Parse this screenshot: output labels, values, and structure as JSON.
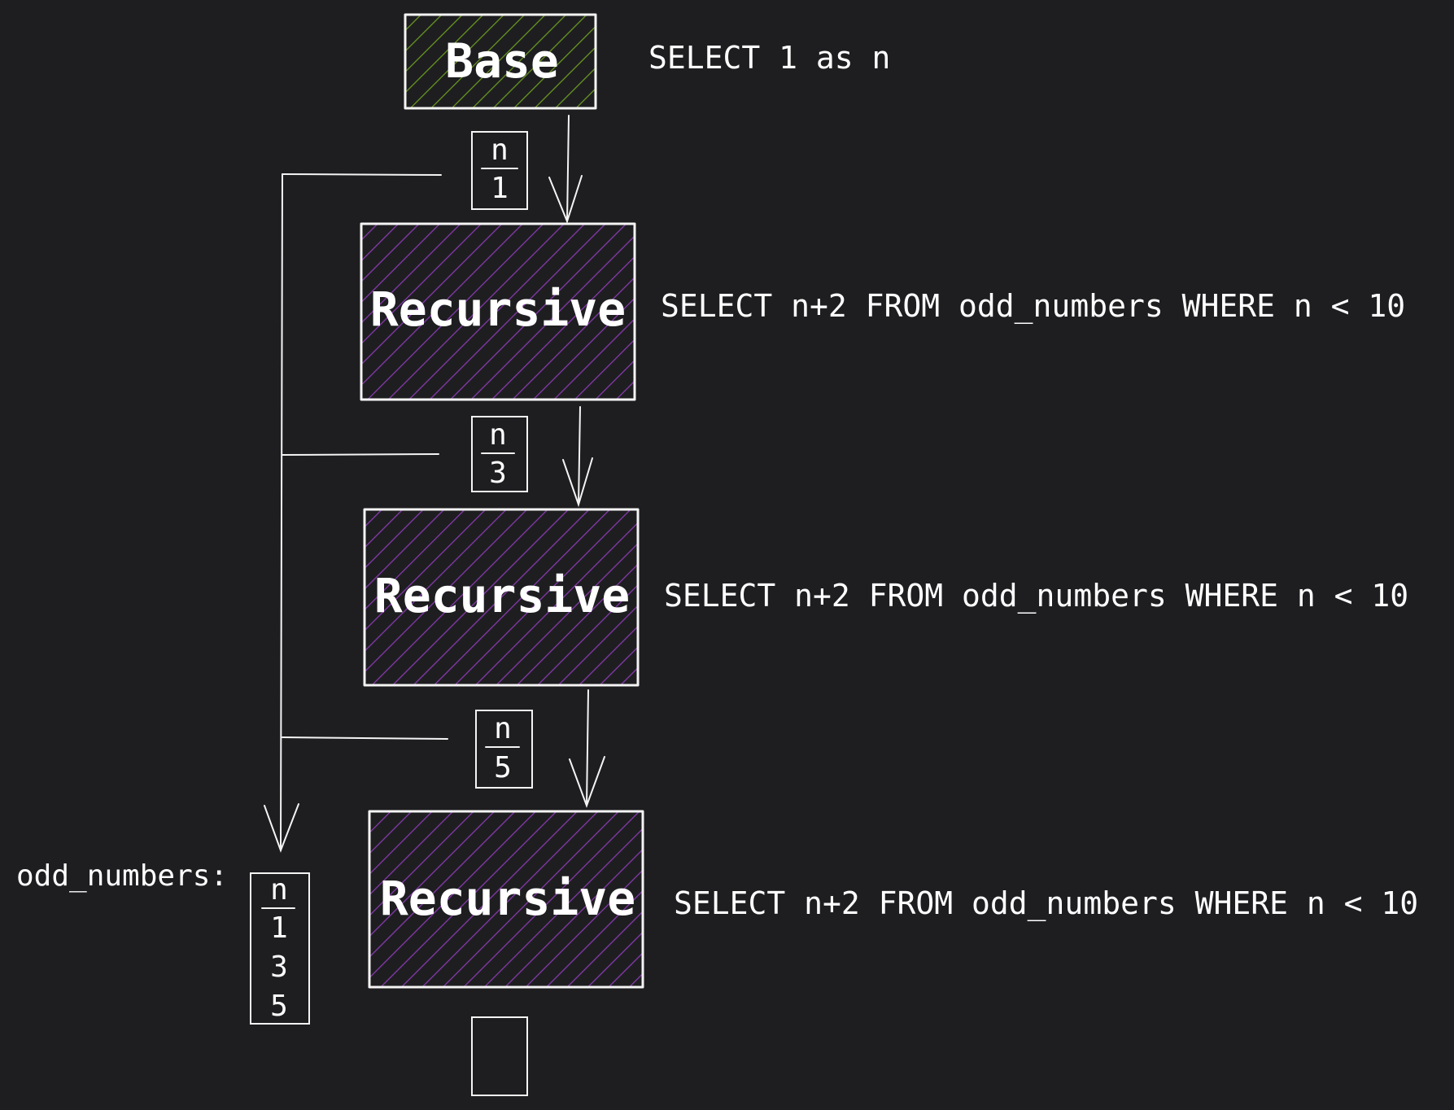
{
  "colors": {
    "background": "#1e1e21",
    "base_hatch": "#6a9a1f",
    "recursive_hatch": "#8a3ab0",
    "stroke": "#f4f4f4"
  },
  "base": {
    "label": "Base",
    "sql": "SELECT 1 as n"
  },
  "recursive_steps": [
    {
      "label": "Recursive",
      "sql": "SELECT n+2 FROM odd_numbers WHERE n < 10"
    },
    {
      "label": "Recursive",
      "sql": "SELECT n+2 FROM odd_numbers WHERE n < 10"
    },
    {
      "label": "Recursive",
      "sql": "SELECT n+2 FROM odd_numbers WHERE n < 10"
    }
  ],
  "intermediate_results": [
    {
      "header": "n",
      "value": "1"
    },
    {
      "header": "n",
      "value": "3"
    },
    {
      "header": "n",
      "value": "5"
    }
  ],
  "final_table": {
    "name": "odd_numbers:",
    "header": "n",
    "rows": [
      "1",
      "3",
      "5"
    ]
  }
}
